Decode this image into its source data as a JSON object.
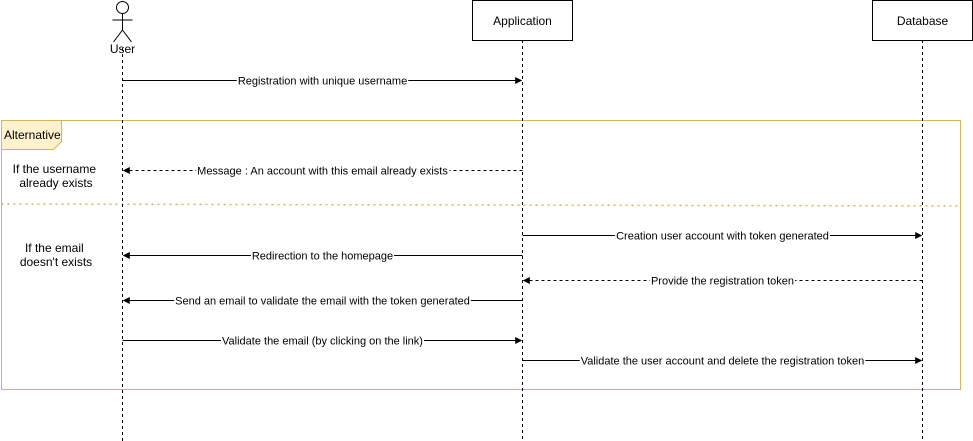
{
  "participants": {
    "user": "User",
    "application": "Application",
    "database": "Database"
  },
  "fragment": {
    "label": "Alternative",
    "conditions": [
      [
        "If the username",
        "already exists"
      ],
      [
        "If the email",
        "doesn't exists"
      ]
    ]
  },
  "messages": [
    {
      "from": "user",
      "to": "application",
      "style": "solid",
      "text": "Registration with unique username"
    },
    {
      "from": "application",
      "to": "user",
      "style": "dashed",
      "text": "Message : An account with this email already exists"
    },
    {
      "from": "application",
      "to": "database",
      "style": "solid",
      "text": "Creation user account with token generated"
    },
    {
      "from": "application",
      "to": "user",
      "style": "solid",
      "text": "Redirection to the homepage"
    },
    {
      "from": "database",
      "to": "application",
      "style": "dashed",
      "text": "Provide the registration token"
    },
    {
      "from": "application",
      "to": "user",
      "style": "solid",
      "text": "Send an email to validate the email with the token generated"
    },
    {
      "from": "user",
      "to": "application",
      "style": "solid",
      "text": "Validate the email (by clicking on the link)"
    },
    {
      "from": "application",
      "to": "database",
      "style": "solid",
      "text": "Validate the user account and delete the registration token"
    }
  ],
  "colors": {
    "line": "#000000",
    "fragment_border": "#d6b656",
    "fragment_fill": "#fff2cc",
    "separator": "#d6b656"
  }
}
